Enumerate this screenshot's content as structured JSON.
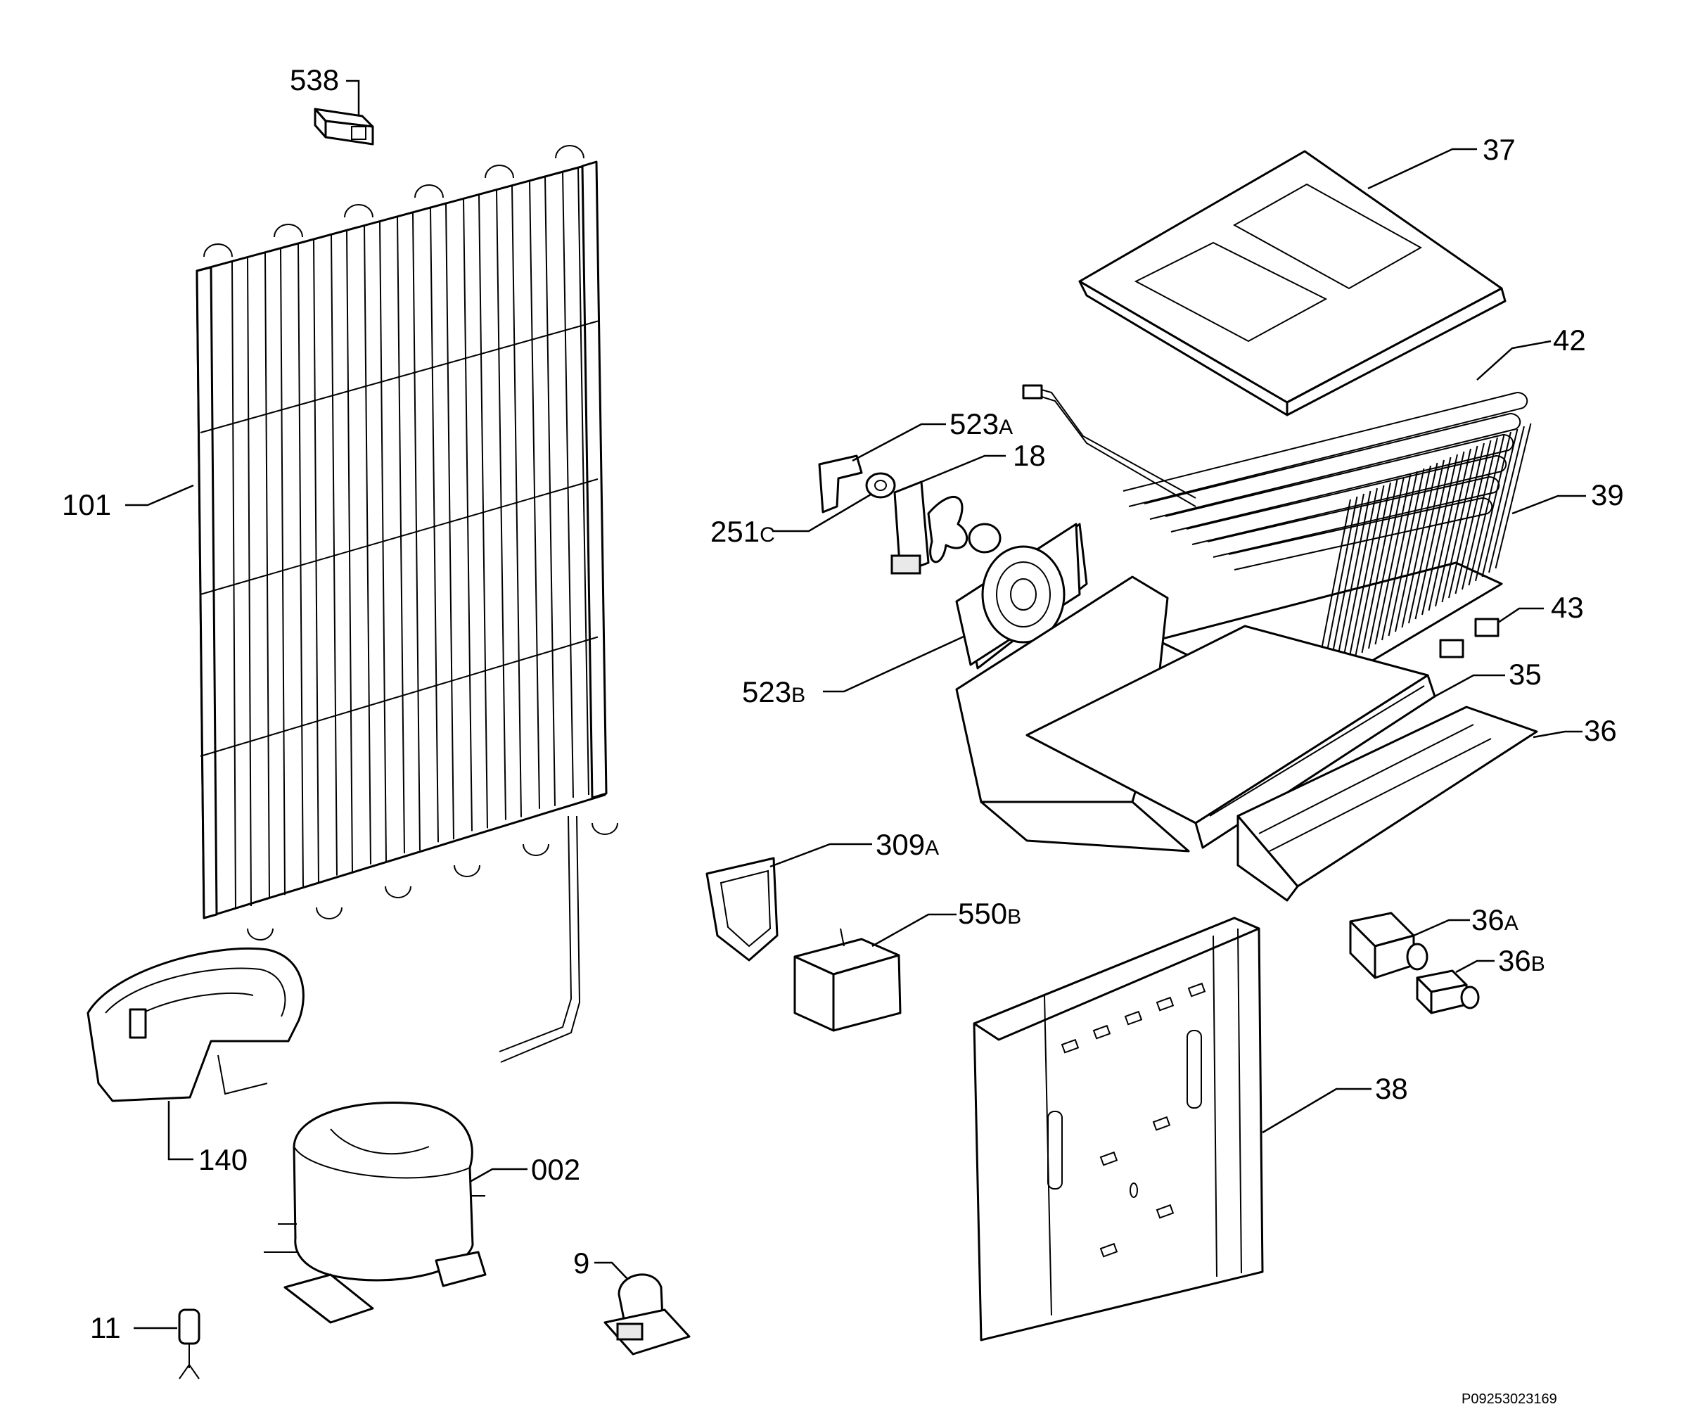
{
  "labels": {
    "l538": "538",
    "l37": "37",
    "l42": "42",
    "l523a_num": "523",
    "l523a_suf": "A",
    "l18": "18",
    "l39": "39",
    "l101": "101",
    "l251c_num": "251",
    "l251c_suf": "C",
    "l43": "43",
    "l35": "35",
    "l523b_num": "523",
    "l523b_suf": "B",
    "l36": "36",
    "l309a_num": "309",
    "l309a_suf": "A",
    "l550b_num": "550",
    "l550b_suf": "B",
    "l36a_num": "36",
    "l36a_suf": "A",
    "l36b_num": "36",
    "l36b_suf": "B",
    "l38": "38",
    "l140": "140",
    "l002": "002",
    "l9": "9",
    "l11": "11"
  },
  "reference": "P09253023169"
}
